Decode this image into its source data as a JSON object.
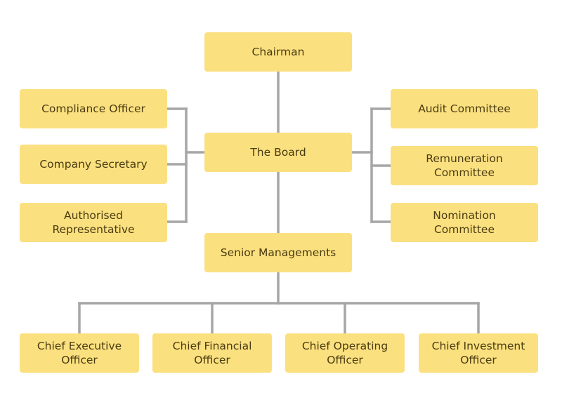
{
  "chart": {
    "colors": {
      "box_fill": "#fbe07f",
      "line": "#a6a6a6",
      "text": "#4a3b12"
    },
    "nodes": {
      "chairman": "Chairman",
      "board": "The Board",
      "compliance_officer": "Compliance Officer",
      "company_secretary": "Company Secretary",
      "authorised_representative": "Authorised Representative",
      "audit_committee": "Audit Committee",
      "remuneration_committee": "Remuneration Committee",
      "nomination_committee": "Nomination Committee",
      "senior_managements": "Senior Managements",
      "ceo": "Chief Executive Officer",
      "cfo": "Chief Financial Officer",
      "coo": "Chief Operating Officer",
      "cio": "Chief Investment Officer"
    }
  }
}
